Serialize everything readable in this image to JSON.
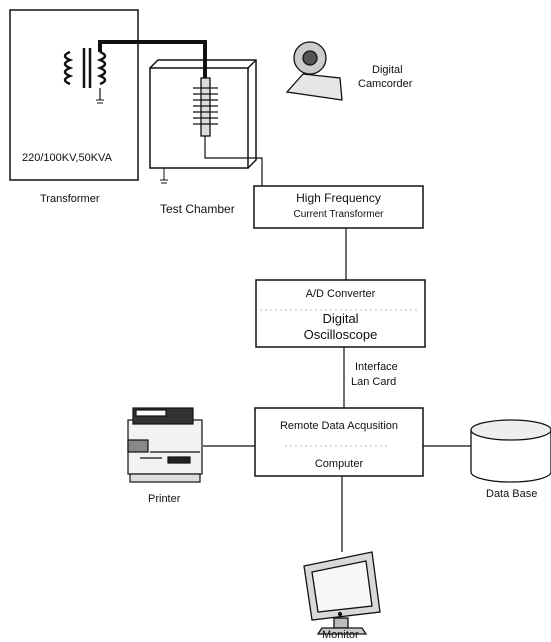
{
  "transformer": {
    "rating": "220/100KV,50KVA",
    "label": "Transformer"
  },
  "camcorder": {
    "line1": "Digital",
    "line2": "Camcorder"
  },
  "test_chamber": {
    "label": "Test Chamber"
  },
  "hfct": {
    "line1": "High Frequency",
    "line2": "Current Transformer"
  },
  "ad": {
    "line1": "A/D Converter",
    "line2": "Digital",
    "line3": "Oscilloscope"
  },
  "interface": {
    "line1": "Interface",
    "line2": "Lan Card"
  },
  "remote": {
    "line1": "Remote Data Acqusition",
    "line2": "Computer"
  },
  "printer": {
    "label": "Printer"
  },
  "database": {
    "label": "Data Base"
  },
  "monitor": {
    "label": "Monitor"
  }
}
